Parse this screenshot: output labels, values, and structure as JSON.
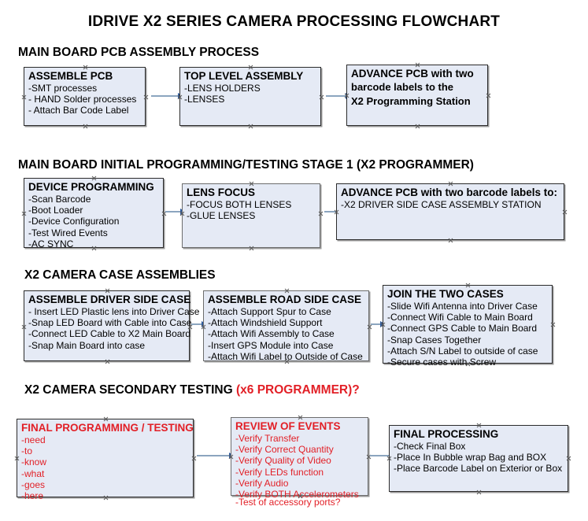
{
  "document": {
    "title": "IDRIVE X2  SERIES CAMERA PROCESSING FLOWCHART"
  },
  "sections": [
    {
      "id": "main-board-pcb-assembly",
      "heading": "MAIN BOARD PCB ASSEMBLY PROCESS",
      "heading_accent": "",
      "boxes": [
        {
          "id": "assemble-pcb",
          "title": "ASSEMBLE PCB",
          "lines": [
            "-SMT processes",
            "- HAND Solder processes",
            "- Attach Bar Code Label"
          ]
        },
        {
          "id": "top-level-assembly",
          "title": "TOP LEVEL ASSEMBLY",
          "lines": [
            "-LENS HOLDERS",
            "-LENSES"
          ]
        },
        {
          "id": "advance-pcb-programming-station",
          "title": "ADVANCE PCB with two",
          "lines": [
            "barcode labels to the",
            " X2 Programming Station"
          ]
        }
      ]
    },
    {
      "id": "main-board-initial-programming",
      "heading": "MAIN BOARD INITIAL PROGRAMMING/TESTING STAGE 1 (X2 PROGRAMMER)",
      "heading_accent": "",
      "boxes": [
        {
          "id": "device-programming",
          "title": "DEVICE PROGRAMMING",
          "lines": [
            "-Scan Barcode",
            "-Boot Loader",
            "-Device Configuration",
            "-Test Wired Events",
            "-AC SYNC"
          ]
        },
        {
          "id": "lens-focus",
          "title": "LENS FOCUS",
          "lines": [
            "-FOCUS BOTH LENSES",
            "-GLUE LENSES"
          ]
        },
        {
          "id": "advance-pcb-driver-side-station",
          "title": "ADVANCE PCB with two barcode labels to:",
          "lines": [
            "-X2 DRIVER  SIDE  CASE  ASSEMBLY STATION"
          ]
        }
      ]
    },
    {
      "id": "x2-camera-case-assemblies",
      "heading": "X2 CAMERA CASE ASSEMBLIES",
      "heading_accent": "",
      "boxes": [
        {
          "id": "assemble-driver-side-case",
          "title": "ASSEMBLE DRIVER SIDE CASE",
          "lines": [
            "- Insert LED Plastic lens into Driver Case",
            "-Snap LED Board with Cable into Case",
            "-Connect LED Cable to X2 Main Board",
            "-Snap Main Board into case"
          ]
        },
        {
          "id": "assemble-road-side-case",
          "title": "ASSEMBLE ROAD SIDE CASE",
          "lines": [
            "-Attach Support Spur to Case",
            "-Attach Windshield Support",
            "-Attach Wifi Assembly to Case",
            "-Insert GPS Module into Case",
            "-Attach Wifi Label to Outside of Case"
          ]
        },
        {
          "id": "join-the-two-cases",
          "title": "JOIN THE TWO CASES",
          "lines": [
            "-Slide Wifi Antenna into Driver Case",
            "-Connect Wifi Cable to Main Board",
            "-Connect GPS Cable to Main Board",
            "-Snap Cases Together",
            "-Attach S/N Label to outside of case",
            "-Secure cases with Screw"
          ]
        }
      ]
    },
    {
      "id": "x2-camera-secondary-testing",
      "heading": "X2 CAMERA SECONDARY TESTING ",
      "heading_accent": "(x6 PROGRAMMER)?",
      "boxes": [
        {
          "id": "final-programming-testing",
          "title": "FINAL PROGRAMMING / TESTING",
          "lines": [
            "-need",
            "-to",
            "-know",
            "-what",
            "-goes",
            "-here"
          ]
        },
        {
          "id": "review-of-events",
          "title": "REVIEW OF EVENTS",
          "lines": [
            "-Verify Transfer",
            "-Verify Correct Quantity",
            "-Verify Quality of Video",
            "-Verify LEDs function",
            "-Verify Audio",
            "-Verify BOTH Accelerometers"
          ],
          "overflow_line": "-Test of accessory ports?"
        },
        {
          "id": "final-processing",
          "title": "FINAL PROCESSING",
          "lines": [
            " -Check Final Box",
            "-Place In Bubble wrap Bag and BOX",
            "-Place Barcode Label on Exterior or Box"
          ]
        }
      ]
    }
  ],
  "colors": {
    "box_fill": "#e5eaf5",
    "box_border": "#2b2b2b",
    "accent_red": "#e21f26",
    "connector_line": "#8ba5bf",
    "arrowhead": "#2f5c9e"
  }
}
